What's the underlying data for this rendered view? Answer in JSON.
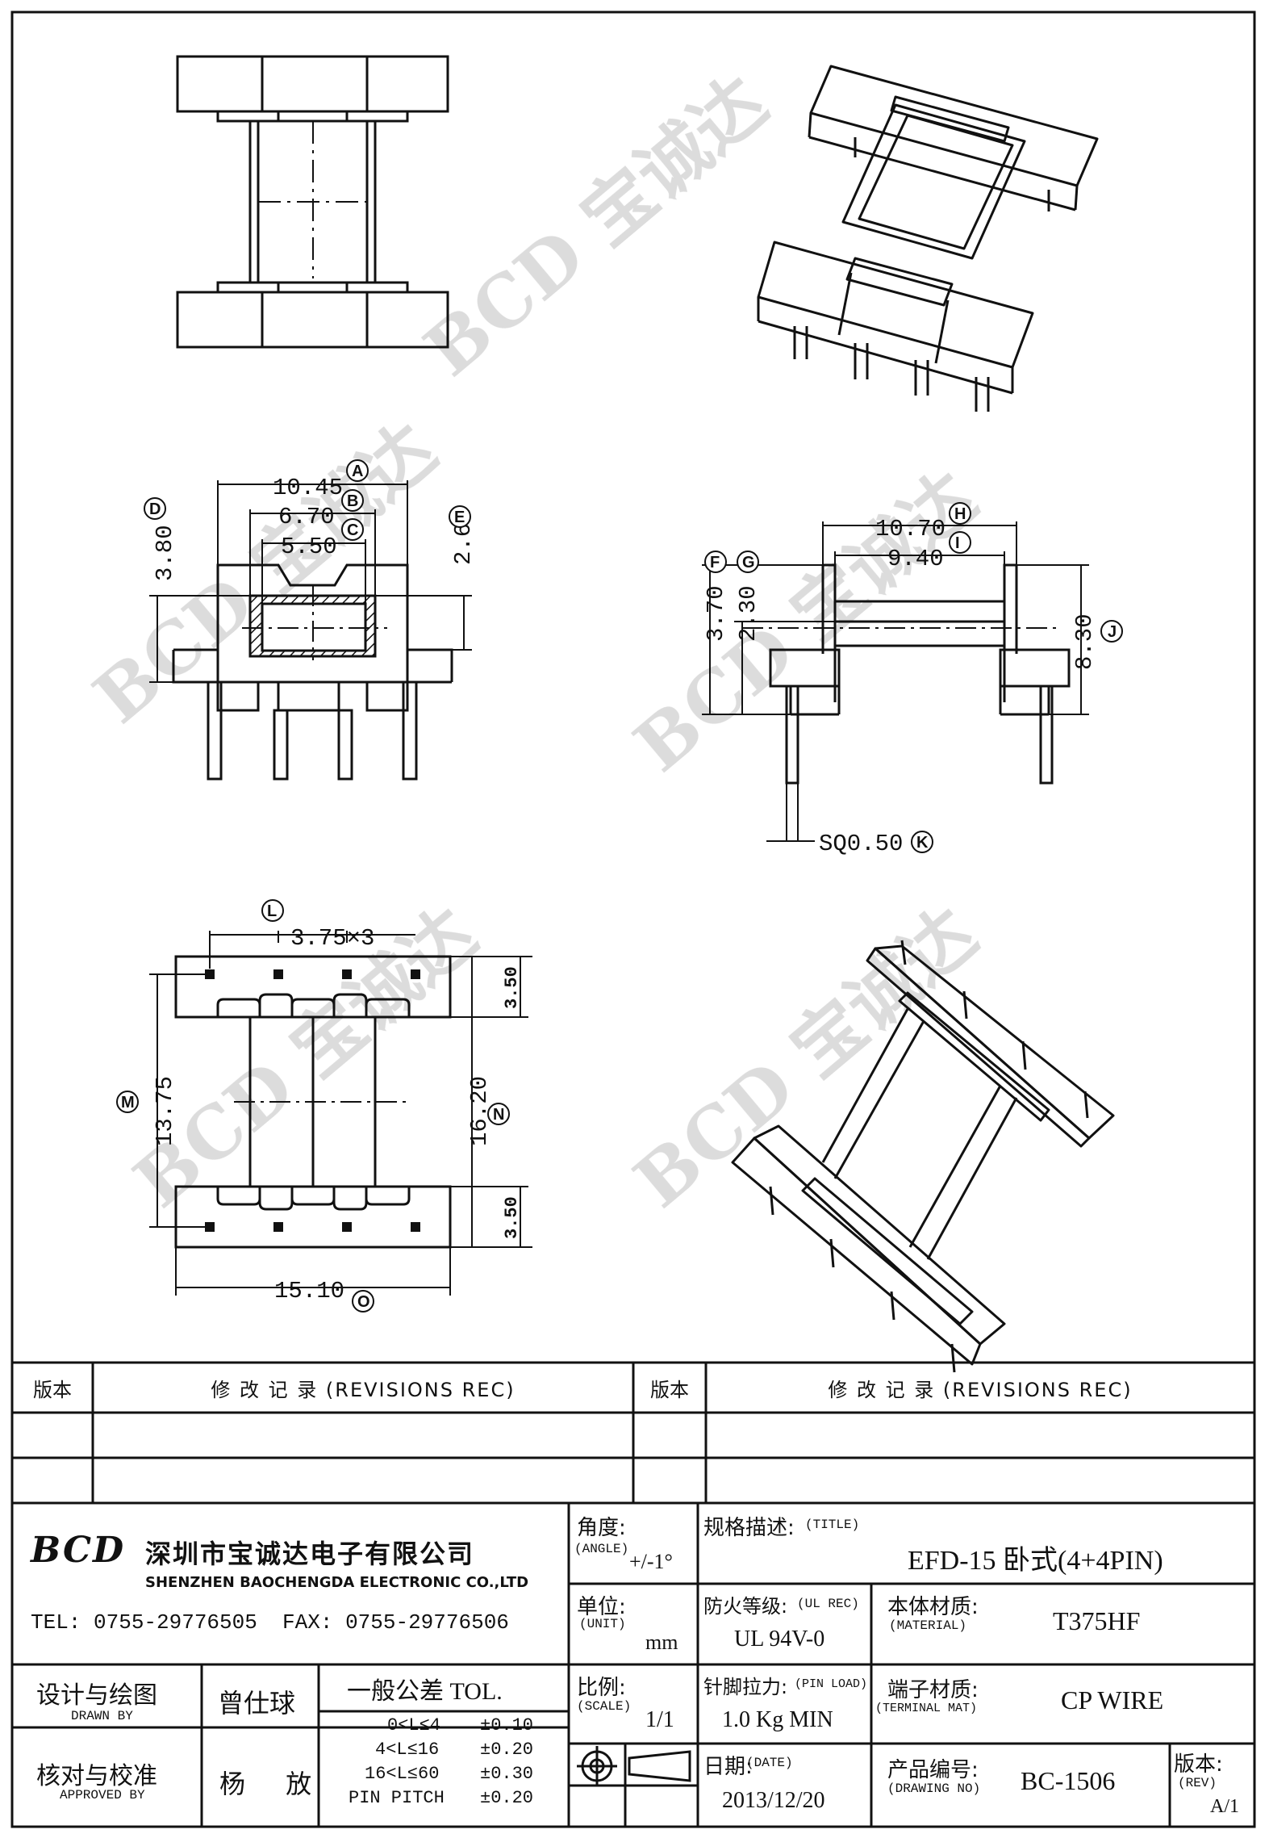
{
  "dimensions": {
    "a": "10.45",
    "a_tag": "A",
    "b": "6.70",
    "b_tag": "B",
    "c": "5.50",
    "c_tag": "C",
    "d": "3.80",
    "d_tag": "D",
    "e": "2.65",
    "e_tag": "E",
    "h": "10.70",
    "h_tag": "H",
    "i": "9.40",
    "i_tag": "I",
    "f": "3.70",
    "f_tag": "F",
    "g": "2.30",
    "g_tag": "G",
    "j": "8.30",
    "j_tag": "J",
    "k": "SQ0.50",
    "k_tag": "K",
    "l": "3.75×3",
    "l_tag": "L",
    "m": "13.75",
    "m_tag": "M",
    "n": "16.20",
    "n_tag": "N",
    "o": "15.10",
    "o_tag": "O",
    "p_top": "3.50",
    "p_bottom": "3.50"
  },
  "watermark": {
    "text": "BCD 宝诚达"
  },
  "revisions": {
    "left_ver_label": "版本",
    "left_rec_label": "修 改 记 录 (REVISIONS REC)",
    "right_ver_label": "版本",
    "right_rec_label": "修 改 记 录 (REVISIONS REC)"
  },
  "company": {
    "logo": "BCD",
    "name_cn": "深圳市宝诚达电子有限公司",
    "name_en": "SHENZHEN BAOCHENGDA ELECTRONIC CO.,LTD",
    "contact": "TEL: 0755-29776505  FAX: 0755-29776506"
  },
  "angle": {
    "label": "角度:",
    "sub": "(ANGLE)",
    "value": "+/-1°"
  },
  "spec": {
    "label": "规格描述:",
    "sub": "(TITLE)",
    "value": "EFD-15 卧式(4+4PIN)"
  },
  "unit": {
    "label": "单位:",
    "sub": "(UNIT)",
    "value": "mm"
  },
  "ul": {
    "label": "防火等级:",
    "sub": "(UL REC)",
    "value": "UL 94V-0"
  },
  "material": {
    "label": "本体材质:",
    "sub": "(MATERIAL)",
    "value": "T375HF"
  },
  "drawn": {
    "label": "设计与绘图",
    "sub": "DRAWN BY",
    "value": "曾仕球"
  },
  "approved": {
    "label": "核对与校准",
    "sub": "APPROVED BY",
    "value": "杨 放"
  },
  "tolerance": {
    "title": "一般公差 TOL.",
    "rows": [
      {
        "range": "0<L≤4",
        "tol": "±0.10"
      },
      {
        "range": "4<L≤16",
        "tol": "±0.20"
      },
      {
        "range": "16<L≤60",
        "tol": "±0.30"
      },
      {
        "range": "PIN PITCH",
        "tol": "±0.20"
      }
    ]
  },
  "scale": {
    "label": "比例:",
    "sub": "(SCALE)",
    "value": "1/1"
  },
  "pin_load": {
    "label": "针脚拉力:",
    "sub": "(PIN LOAD)",
    "value": "1.0 Kg MIN"
  },
  "terminal": {
    "label": "端子材质:",
    "sub": "(TERMINAL MAT)",
    "value": "CP WIRE"
  },
  "date": {
    "label": "日期:",
    "sub": "(DATE)",
    "value": "2013/12/20"
  },
  "drawing_no": {
    "label": "产品编号:",
    "sub": "(DRAWING NO)",
    "value": "BC-1506"
  },
  "rev": {
    "label": "版本:",
    "sub": "(REV)",
    "value": "A/1"
  }
}
